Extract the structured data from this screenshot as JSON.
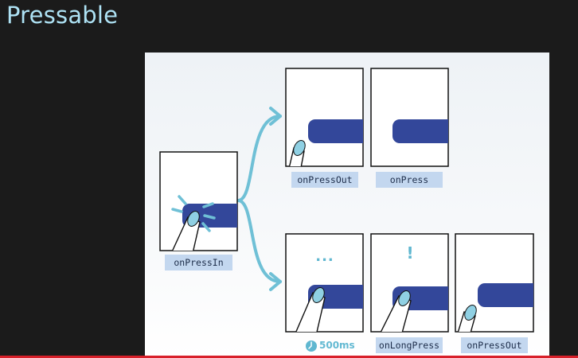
{
  "slide": {
    "title": "Pressable"
  },
  "labels": {
    "press_in": "onPressIn",
    "press_out_top": "onPressOut",
    "press": "onPress",
    "duration": "500ms",
    "long_press": "onLongPress",
    "press_out_bottom": "onPressOut"
  },
  "glyphs": {
    "waiting": "...",
    "alert": "!"
  },
  "colors": {
    "title": "#aee2f4",
    "button": "#33479a",
    "arrow": "#6fc0d6",
    "finger": "#8fd0e3",
    "label_bg": "#c3d7ef",
    "progress_bar": "#d8202a"
  }
}
